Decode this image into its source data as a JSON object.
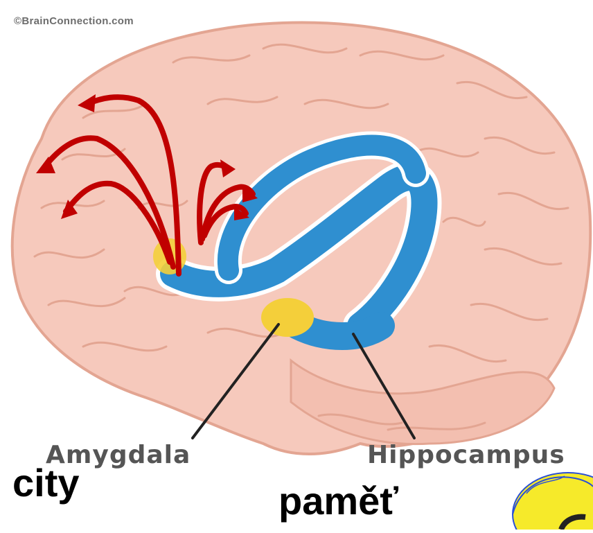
{
  "diagram": {
    "credit": "©BrainConnection.com",
    "labels": {
      "amygdala": "Amygdala",
      "hippocampus": "Hippocampus"
    },
    "captions": {
      "left": "city",
      "center": "paměť"
    },
    "colors": {
      "brain": "#f6c9bc",
      "brain_outline": "#e3a592",
      "structure": "#2f8fd0",
      "amygdala": "#f4cf3a",
      "arrows": "#c00000"
    }
  }
}
